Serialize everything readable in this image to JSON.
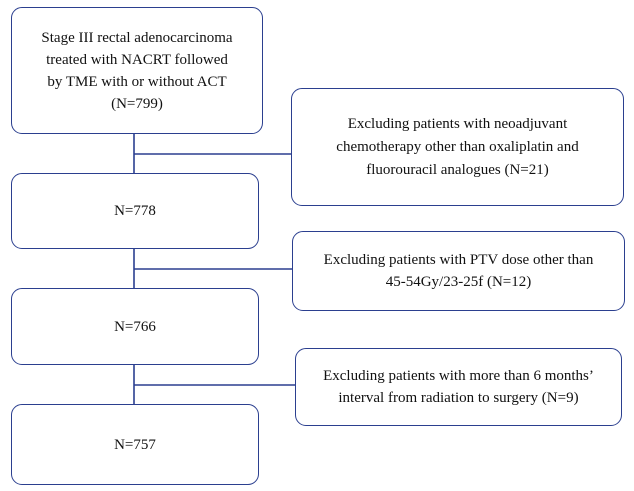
{
  "flow": {
    "main_boxes": [
      {
        "lines": [
          "Stage III rectal adenocarcinoma",
          "treated with NACRT followed",
          "by TME with or without ACT",
          "(N=799)"
        ]
      },
      {
        "lines": [
          "N=778"
        ]
      },
      {
        "lines": [
          "N=766"
        ]
      },
      {
        "lines": [
          "N=757"
        ]
      }
    ],
    "exclusion_boxes": [
      {
        "lines": [
          "Excluding patients with neoadjuvant",
          "chemotherapy other than oxaliplatin and",
          "fluorouracil analogues (N=21)"
        ]
      },
      {
        "lines": [
          "Excluding patients with PTV dose other than",
          "45-54Gy/23-25f    (N=12)"
        ]
      },
      {
        "lines": [
          "Excluding patients with more than 6 months’",
          "interval from radiation to surgery (N=9)"
        ]
      }
    ]
  },
  "colors": {
    "box_border": "#2b3f8f",
    "connector": "#2b3f8f",
    "text": "#111111"
  }
}
